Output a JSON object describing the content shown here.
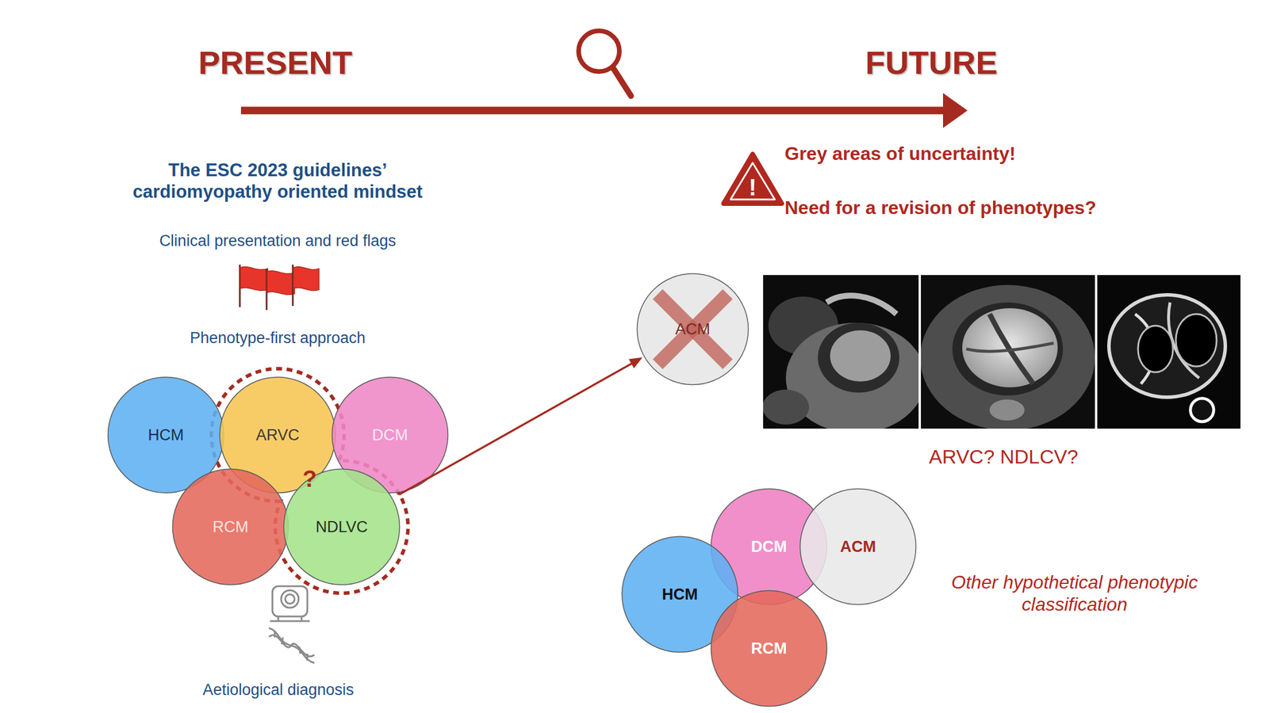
{
  "diagram": {
    "nodes": [
      {
        "text": [
          "HCM"
        ]
      },
      {
        "text": [
          "ARVC"
        ]
      },
      {
        "text": [
          "DCM"
        ]
      },
      {
        "text": [
          "RCM"
        ]
      },
      {
        "text": [
          "NDLVC"
        ]
      },
      {
        "text": [
          "ACM"
        ]
      },
      {
        "text": [
          "DCM"
        ]
      },
      {
        "text": [
          "ACM"
        ]
      },
      {
        "text": [
          "HCM"
        ]
      },
      {
        "text": [
          "RCM"
        ]
      }
    ],
    "edges": [
      {
        "from": 4,
        "to": 5,
        "arrow": "to"
      }
    ],
    "labels": [
      "PRESENT",
      "FUTURE",
      "The ESC 2023 guidelines’ cardiomyopathy oriented mindset",
      "Clinical presentation and red flags",
      "Phenotype-first approach",
      "?",
      "Aetiological diagnosis",
      "!",
      "Grey areas of uncertainty!",
      "Need for a revision of phenotypes?",
      "ARVC? NDLCV?",
      "Other hypothetical phenotypic classification"
    ]
  }
}
